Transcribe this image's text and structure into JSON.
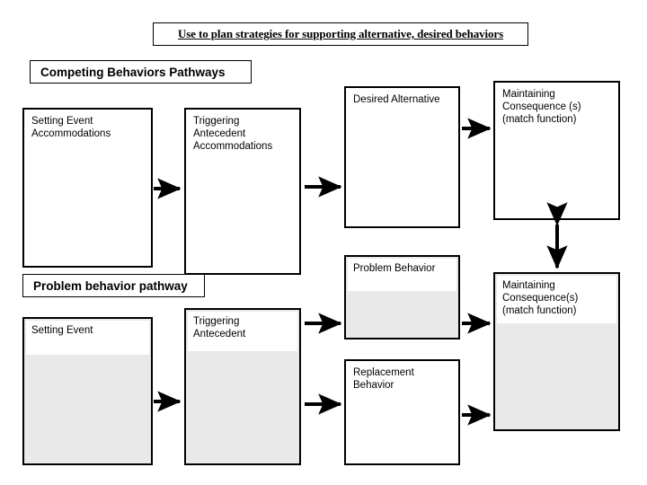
{
  "page": {
    "title_banner": "Use to plan strategies for supporting alternative, desired behaviors",
    "background_color": "#ffffff",
    "line_color": "#000000",
    "shade_color": "#e9e9e9"
  },
  "sections": {
    "competing_label": "Competing Behaviors Pathways",
    "problem_label": "Problem behavior pathway"
  },
  "nodes": {
    "setting_event_accommodations": "Setting Event\nAccommodations",
    "triggering_antecedent_accommodations": "Triggering\nAntecedent\nAccommodations",
    "desired_alternative": "Desired Alternative",
    "maintaining_consequence_top": "Maintaining\nConsequence (s)\n(match function)",
    "setting_event": "Setting Event",
    "triggering_antecedent": "Triggering\nAntecedent",
    "problem_behavior": "Problem Behavior",
    "replacement_behavior": "Replacement\nBehavior",
    "maintaining_consequence_bottom": "Maintaining\nConsequence(s)\n(match function)"
  },
  "connectors": [
    {
      "name": "setting-accom-to-trig-accom",
      "type": "arrow-right"
    },
    {
      "name": "trig-accom-to-desired-alternative",
      "type": "arrow-right"
    },
    {
      "name": "desired-alternative-to-maintaining-top",
      "type": "arrow-right"
    },
    {
      "name": "maintaining-top-to-maintaining-bottom",
      "type": "arrow-double-vertical"
    },
    {
      "name": "setting-event-to-triggering-antecedent",
      "type": "arrow-right"
    },
    {
      "name": "triggering-antecedent-to-problem-behavior",
      "type": "arrow-right"
    },
    {
      "name": "triggering-antecedent-to-replacement-behavior",
      "type": "arrow-right"
    },
    {
      "name": "problem-behavior-to-maintaining-bottom",
      "type": "arrow-right"
    },
    {
      "name": "replacement-behavior-to-maintaining-bottom",
      "type": "arrow-right"
    }
  ]
}
